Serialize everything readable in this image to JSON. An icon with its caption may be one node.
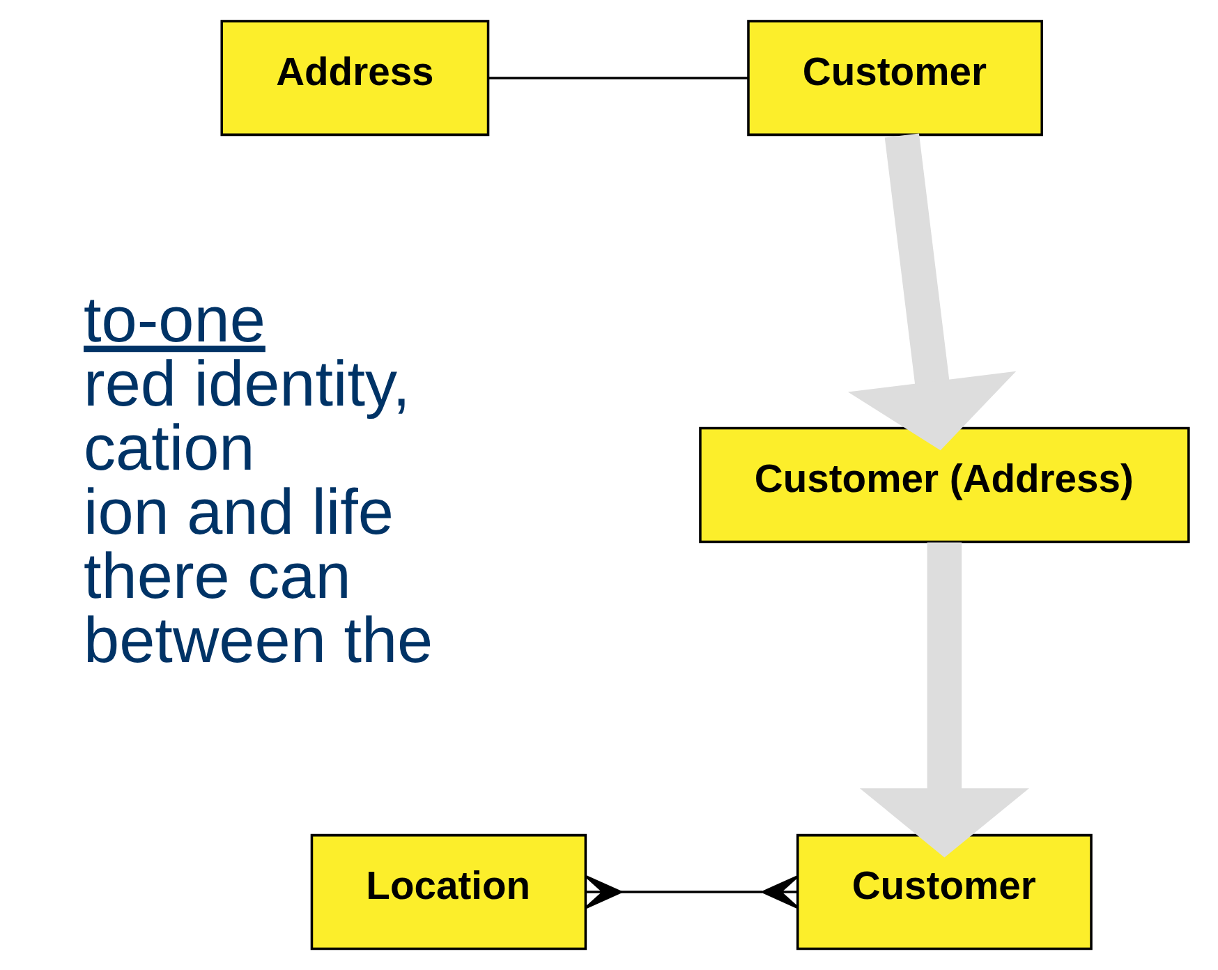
{
  "diagram": {
    "nodes": [
      {
        "text": [
          "Address"
        ]
      },
      {
        "text": [
          "Customer"
        ]
      },
      {
        "text": [
          "Customer (Address)"
        ]
      },
      {
        "text": [
          "Location"
        ]
      },
      {
        "text": [
          "Customer"
        ]
      }
    ],
    "edges": [
      {
        "from": 0,
        "to": 1,
        "arrow": "none"
      },
      {
        "from": 1,
        "to": 2,
        "arrow": "to",
        "style": "thick",
        "color": "#dddddd"
      },
      {
        "from": 2,
        "to": 4,
        "arrow": "to",
        "style": "thick",
        "color": "#dddddd"
      },
      {
        "from": 3,
        "to": 4,
        "arrow": "other"
      }
    ],
    "labels": [
      "to-one",
      "red identity,",
      "cation",
      "ion and life",
      "there can",
      "between the"
    ]
  }
}
